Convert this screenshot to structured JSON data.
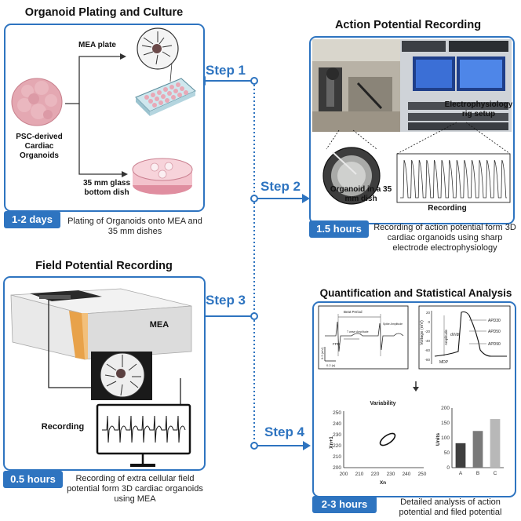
{
  "connector": {
    "color": "#2e74c0"
  },
  "steps": [
    "Step 1",
    "Step 2",
    "Step 3",
    "Step 4"
  ],
  "panel1": {
    "title": "Organoid Plating and Culture",
    "organoid_label": "PSC-derived Cardiac Organoids",
    "mea_label": "MEA plate",
    "dish_label": "35 mm glass bottom dish",
    "badge": "1-2 days",
    "caption": "Plating of Organoids onto MEA and 35 mm dishes"
  },
  "panel2": {
    "title": "Action Potential Recording",
    "rig_label": "Electrophysiology rig setup",
    "dish_label": "Organoid in a 35 mm dish",
    "recording_label": "Recording",
    "badge": "1.5 hours",
    "caption": "Recording of action potential form 3D cardiac organoids using sharp electrode electrophysiology"
  },
  "panel3": {
    "title": "Field Potential Recording",
    "mea_label": "MEA",
    "recording_label": "Recording",
    "badge": "0.5 hours",
    "caption": "Recording of extra cellular field potential form 3D cardiac organoids using MEA"
  },
  "panel4": {
    "title": "Quantification and Statistical Analysis",
    "fp_labels": {
      "beat_period": "Beat Period",
      "fpd": "FPD",
      "spike_amp": "Spike Amplitude",
      "t_amp": "T wave Amplitude",
      "scale_v": "0.2 (mV)",
      "scale_t": "0.2 (s)"
    },
    "ap_labels": {
      "ylabel": "Voltage (mV)",
      "amplitude": "Amplitude",
      "dvdt": "dV/dt",
      "mdp": "MDP",
      "apd30": "APD30",
      "apd50": "APD50",
      "apd90": "APD90"
    },
    "ap_yticks": [
      "20",
      "0",
      "-20",
      "-40",
      "-60",
      "-80"
    ],
    "poincare": {
      "title": "Variability",
      "xlabel": "Xn",
      "ylabel": "Xn+1",
      "xticks": [
        "200",
        "210",
        "220",
        "230",
        "240",
        "250"
      ],
      "yticks": [
        "250",
        "240",
        "230",
        "220",
        "210",
        "200"
      ]
    },
    "bar": {
      "ylabel": "Units",
      "yticks": [
        "200",
        "150",
        "100",
        "50",
        "0"
      ]
    },
    "badge": "2-3 hours",
    "caption": "Detailed analysis of action potential and filed potential"
  },
  "chart_data": {
    "type": "bar",
    "categories": [
      "A",
      "B",
      "C"
    ],
    "values": [
      82,
      123,
      163
    ],
    "ylabel": "Units",
    "ylim": [
      0,
      200
    ],
    "colors": [
      "#3f3f3f",
      "#7a7a7a",
      "#b8b8b8"
    ]
  }
}
